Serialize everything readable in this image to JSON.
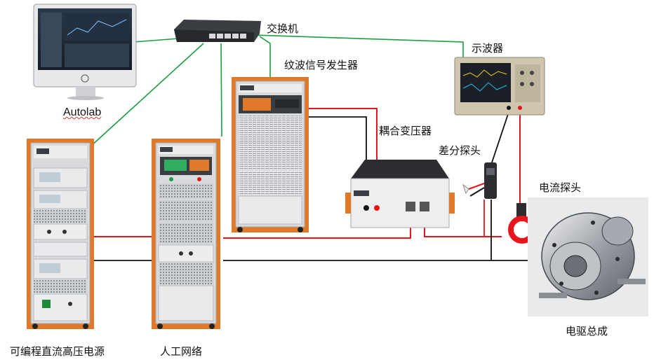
{
  "labels": {
    "switch": "交换机",
    "autolab": "Autolab",
    "ripple_generator": "纹波信号发生器",
    "oscilloscope": "示波器",
    "coupling_transformer": "耦合变压器",
    "differential_probe": "差分探头",
    "current_probe": "电流探头",
    "dc_supply": "可编程直流高压电源",
    "artificial_network": "人工网络",
    "edrive": "电驱总成"
  },
  "colors": {
    "network_line": "#1a9e3f",
    "power_line": "#e8141b",
    "signal_line": "#111111",
    "cabinet_orange": "#e07a2a",
    "cabinet_grey": "#d9dadc"
  }
}
